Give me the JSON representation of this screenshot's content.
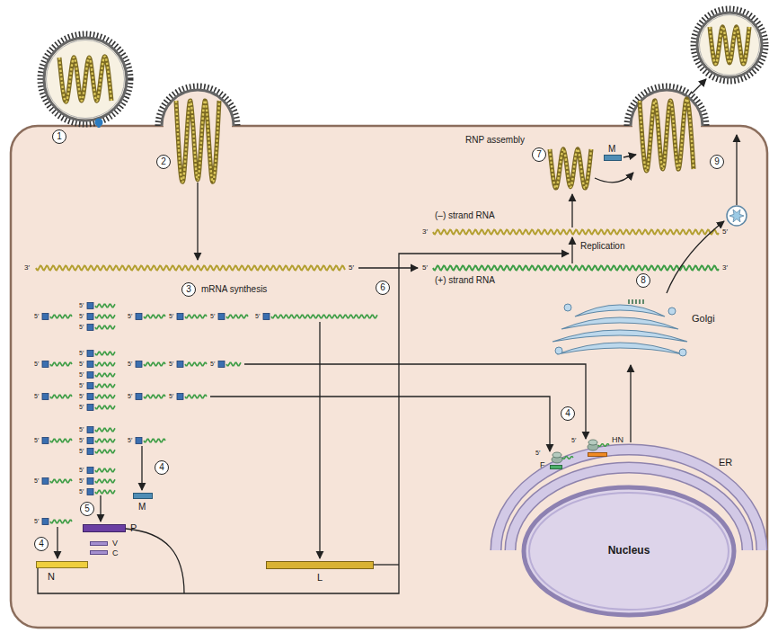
{
  "diagram": {
    "nodes": [
      {
        "text": [
          "N"
        ]
      },
      {
        "text": [
          "P"
        ]
      },
      {
        "text": [
          "V"
        ]
      },
      {
        "text": [
          "C"
        ]
      },
      {
        "text": [
          "M"
        ]
      },
      {
        "text": [
          "L"
        ]
      },
      {
        "text": [
          "M"
        ]
      },
      {
        "text": [
          "F"
        ]
      },
      {
        "text": [
          "HN"
        ]
      },
      {
        "text": [
          "Golgi"
        ]
      },
      {
        "text": [
          "ER"
        ]
      },
      {
        "text": [
          "Nucleus"
        ]
      }
    ],
    "edges": [
      {
        "from": 10,
        "to": 9,
        "arrow": "to"
      }
    ],
    "labels": [
      "1",
      "2",
      "3",
      "4",
      "4",
      "4",
      "5",
      "6",
      "7",
      "8",
      "9",
      "mRNA synthesis",
      "(+) strand RNA",
      "(–) strand RNA",
      "Replication",
      "RNP assembly",
      "3′",
      "5′",
      "5′",
      "3′",
      "3′",
      "5′",
      "5′",
      "5′",
      "5′",
      "5′",
      "5′",
      "5′",
      "5′",
      "5′",
      "5′",
      "5′",
      "5′",
      "5′",
      "5′",
      "5′",
      "5′",
      "5′",
      "5′",
      "5′",
      "5′",
      "5′",
      "5′",
      "5′",
      "5′",
      "5′",
      "5′",
      "5′",
      "5′",
      "5′",
      "5′",
      "5′",
      "5′",
      "5′",
      "5′"
    ]
  }
}
